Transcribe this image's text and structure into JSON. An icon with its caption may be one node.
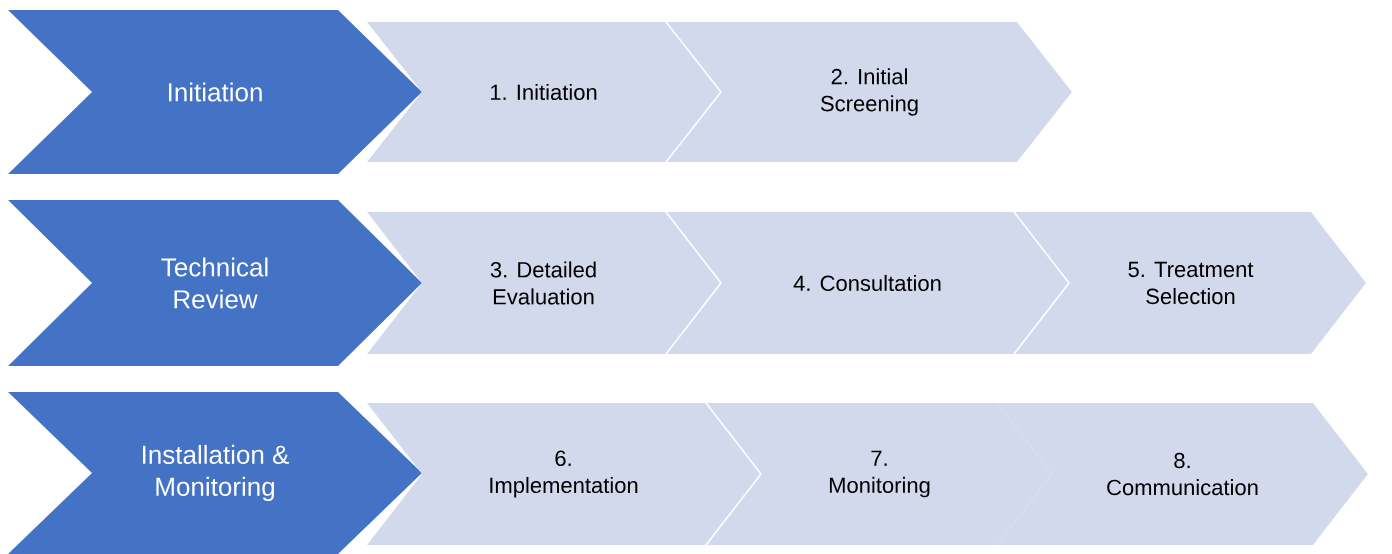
{
  "diagram": {
    "nodes": [
      {
        "text": [
          "Initiation"
        ]
      },
      {
        "text": [
          "1. Initiation"
        ]
      },
      {
        "text": [
          "2. Initial Screening"
        ]
      },
      {
        "text": [
          "Technical Review"
        ]
      },
      {
        "text": [
          "3. Detailed Evaluation"
        ]
      },
      {
        "text": [
          "4. Consultation"
        ]
      },
      {
        "text": [
          "5. Treatment Selection"
        ]
      },
      {
        "text": [
          "Installation & Monitoring"
        ]
      },
      {
        "text": [
          "6. Implementation"
        ]
      },
      {
        "text": [
          "7. Monitoring"
        ]
      },
      {
        "text": [
          "8. Communication"
        ]
      }
    ]
  }
}
